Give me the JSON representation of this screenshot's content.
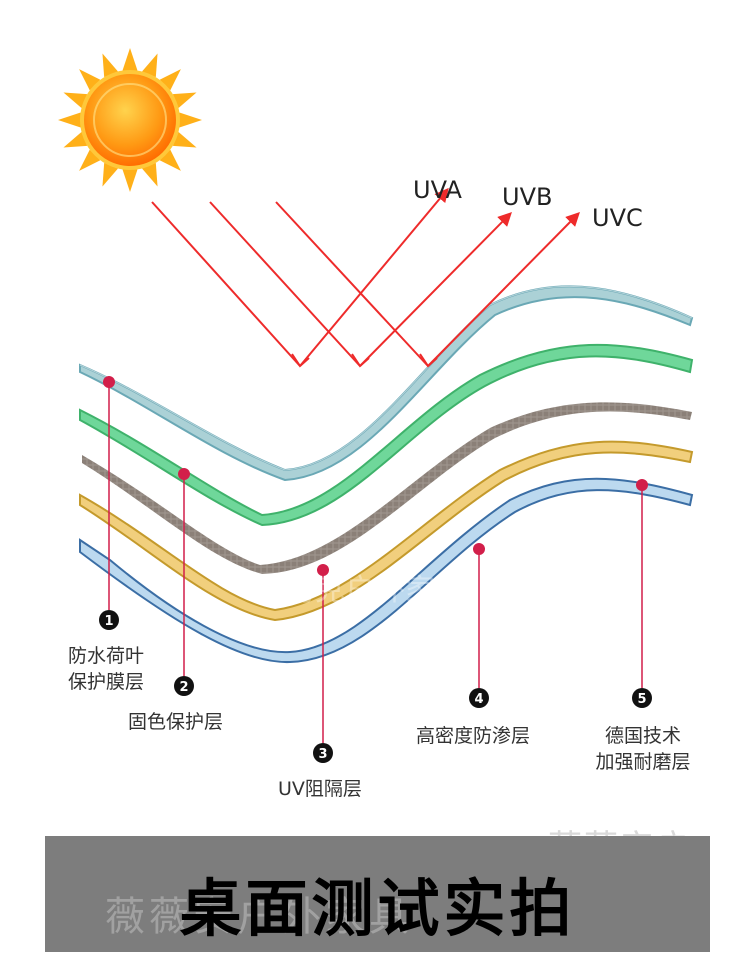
{
  "rays": [
    "UVA",
    "UVB",
    "UVC"
  ],
  "layers": [
    {
      "number": "1",
      "label_lines": [
        "防水荷叶",
        "保护膜层"
      ]
    },
    {
      "number": "2",
      "label_lines": [
        "固色保护层"
      ]
    },
    {
      "number": "3",
      "label_lines": [
        "UV阻隔层"
      ]
    },
    {
      "number": "4",
      "label_lines": [
        "高密度防渗层"
      ]
    },
    {
      "number": "5",
      "label_lines": [
        "德国技术",
        "加强耐磨层"
      ]
    }
  ],
  "watermark": "马克户外家具",
  "corner_watermark": "薇薇安户",
  "banner": {
    "title": "桌面测试实拍",
    "watermark": "薇薇安户外家具"
  },
  "colors": {
    "ray": "#ee2b2b",
    "pin": "#d21f4a",
    "layer1": "#9cc9cf",
    "layer2": "#6fd79a",
    "layer3": "#8b8078",
    "layer4": "#f1cf7d",
    "layer5": "#bcd9ef",
    "sun_outer": "#ffb019",
    "sun_inner": "#ff7a00"
  }
}
